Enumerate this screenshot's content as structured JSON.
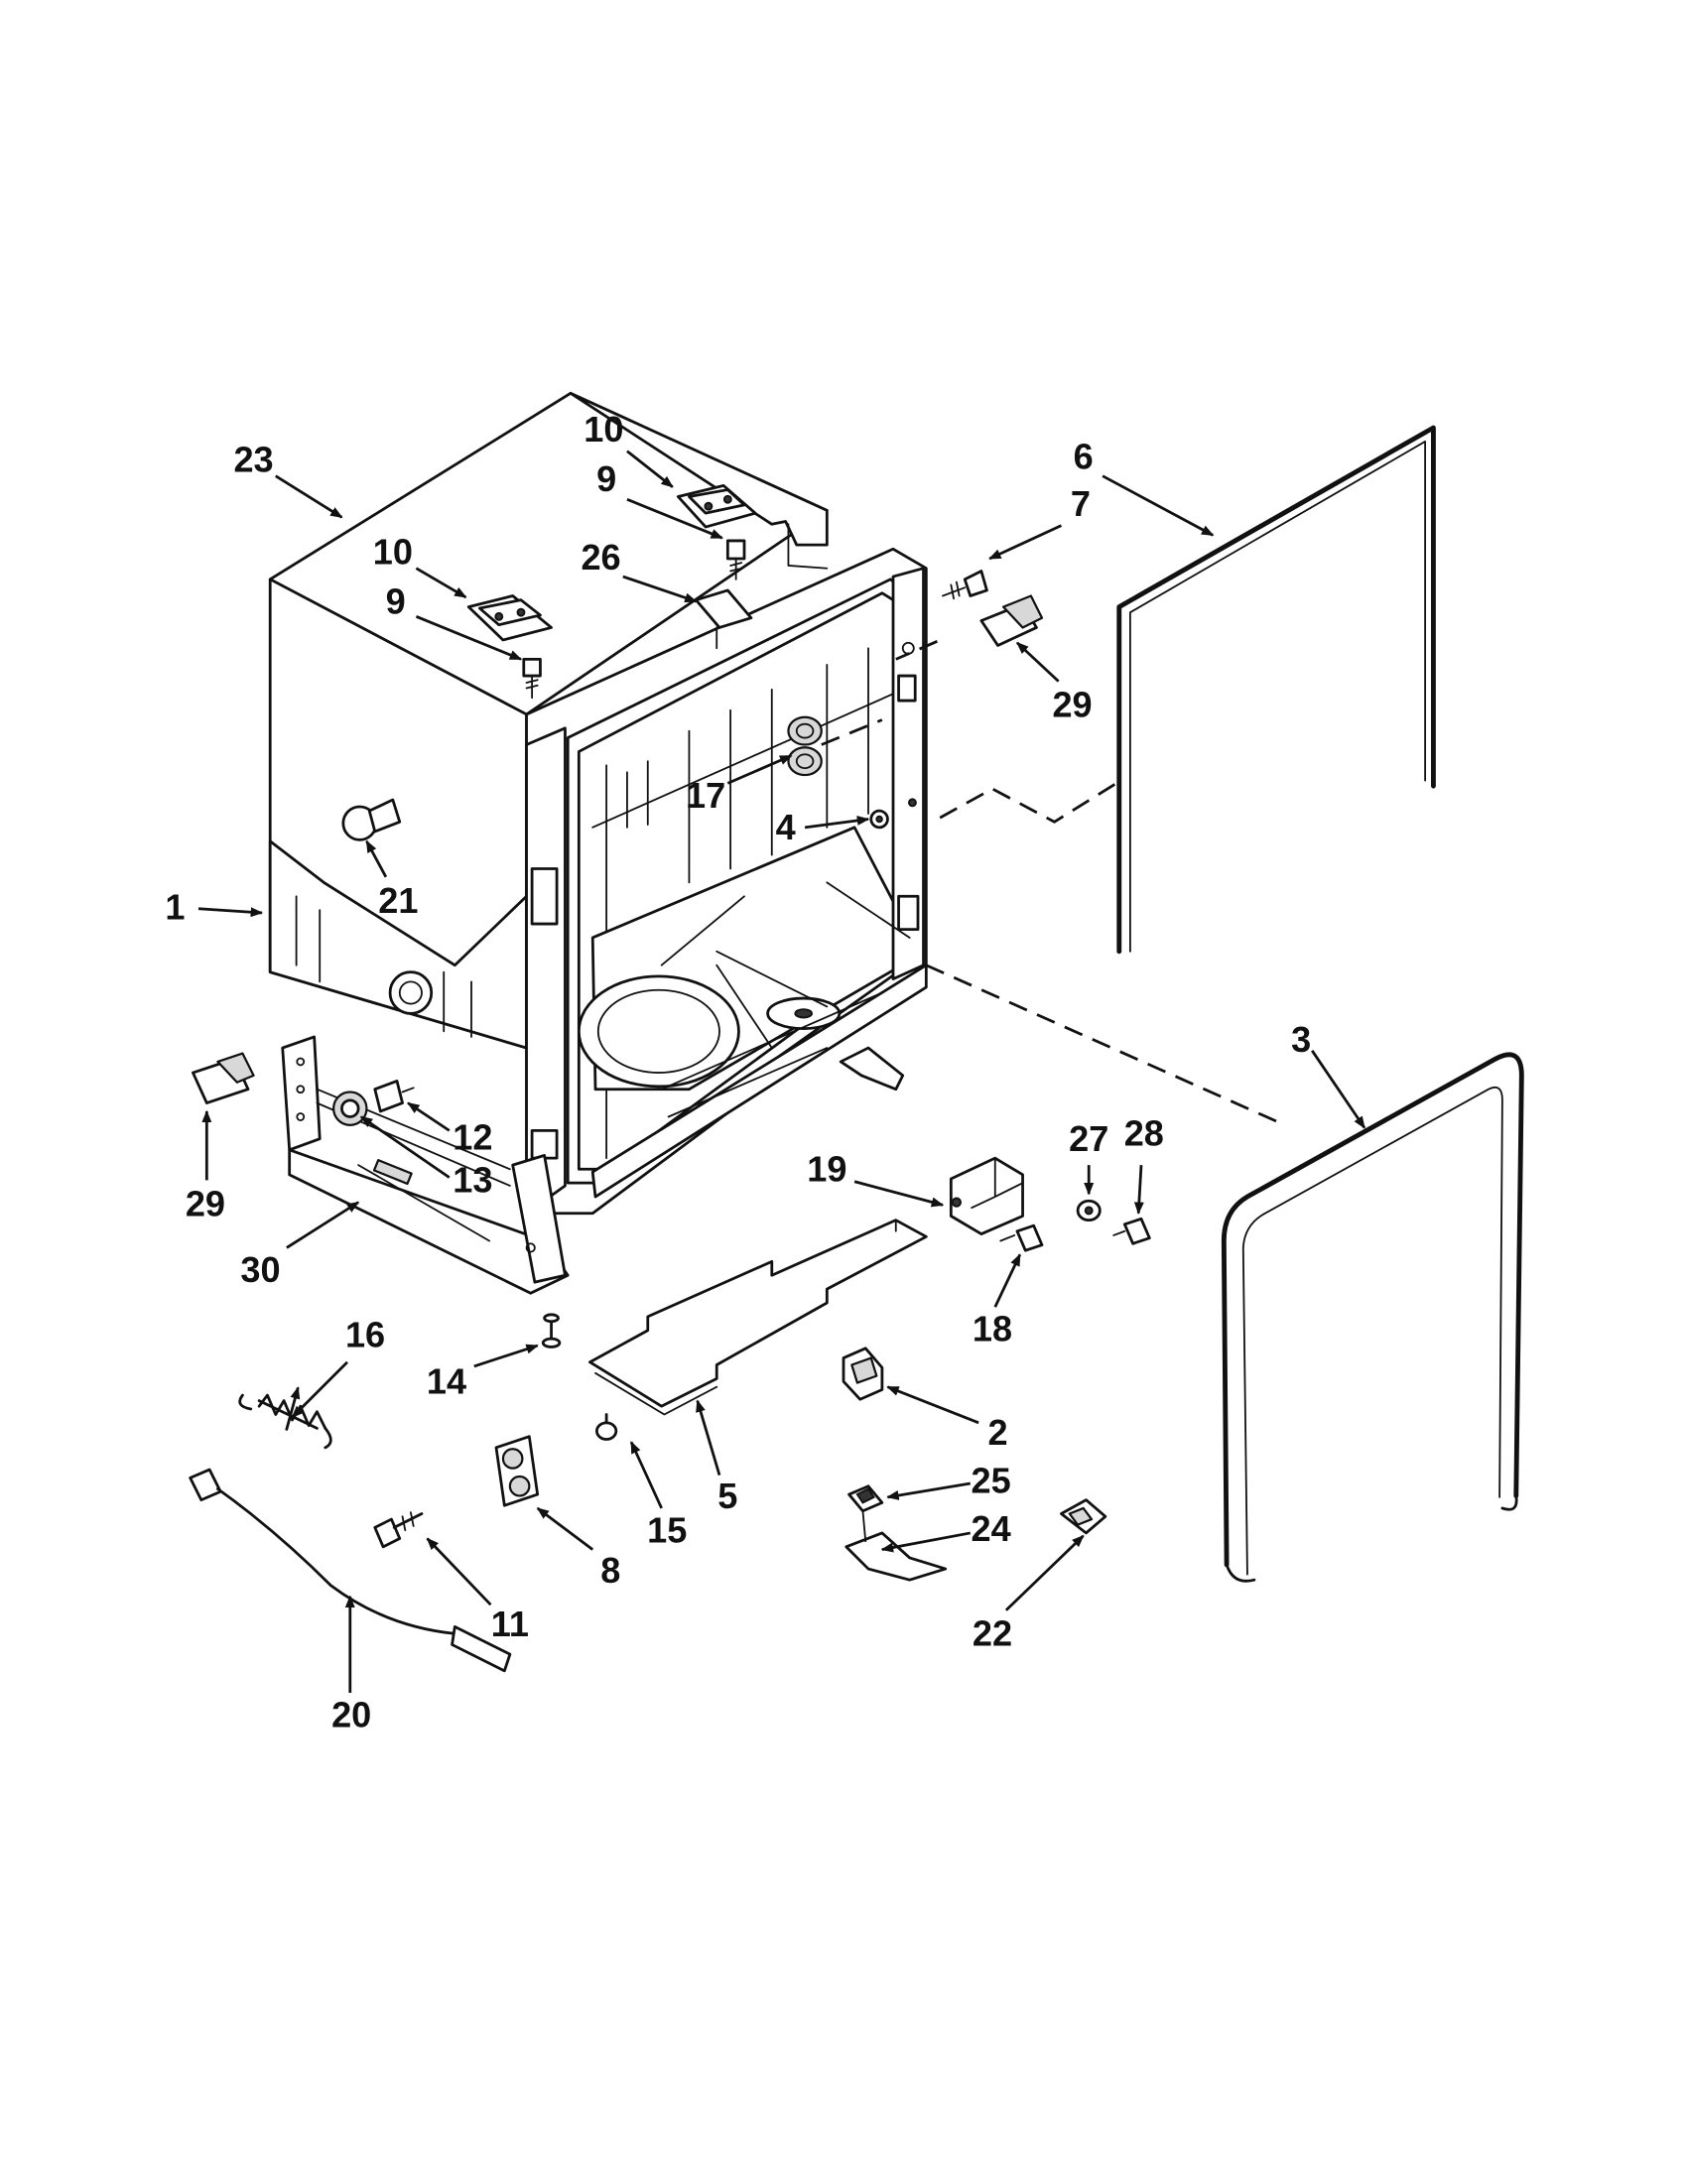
{
  "callouts": [
    {
      "id": "c23",
      "label": "23"
    },
    {
      "id": "c10a",
      "label": "10"
    },
    {
      "id": "c9a",
      "label": "9"
    },
    {
      "id": "c10b",
      "label": "10"
    },
    {
      "id": "c9b",
      "label": "9"
    },
    {
      "id": "c26",
      "label": "26"
    },
    {
      "id": "c6",
      "label": "6"
    },
    {
      "id": "c7",
      "label": "7"
    },
    {
      "id": "c29a",
      "label": "29"
    },
    {
      "id": "c17",
      "label": "17"
    },
    {
      "id": "c4",
      "label": "4"
    },
    {
      "id": "c21",
      "label": "21"
    },
    {
      "id": "c1",
      "label": "1"
    },
    {
      "id": "c3",
      "label": "3"
    },
    {
      "id": "c27",
      "label": "27"
    },
    {
      "id": "c28",
      "label": "28"
    },
    {
      "id": "c29b",
      "label": "29"
    },
    {
      "id": "c12",
      "label": "12"
    },
    {
      "id": "c13",
      "label": "13"
    },
    {
      "id": "c19",
      "label": "19"
    },
    {
      "id": "c30",
      "label": "30"
    },
    {
      "id": "c18",
      "label": "18"
    },
    {
      "id": "c16",
      "label": "16"
    },
    {
      "id": "c14",
      "label": "14"
    },
    {
      "id": "c2",
      "label": "2"
    },
    {
      "id": "c5",
      "label": "5"
    },
    {
      "id": "c25",
      "label": "25"
    },
    {
      "id": "c15",
      "label": "15"
    },
    {
      "id": "c8",
      "label": "8"
    },
    {
      "id": "c24",
      "label": "24"
    },
    {
      "id": "c11",
      "label": "11"
    },
    {
      "id": "c22",
      "label": "22"
    },
    {
      "id": "c20",
      "label": "20"
    }
  ]
}
